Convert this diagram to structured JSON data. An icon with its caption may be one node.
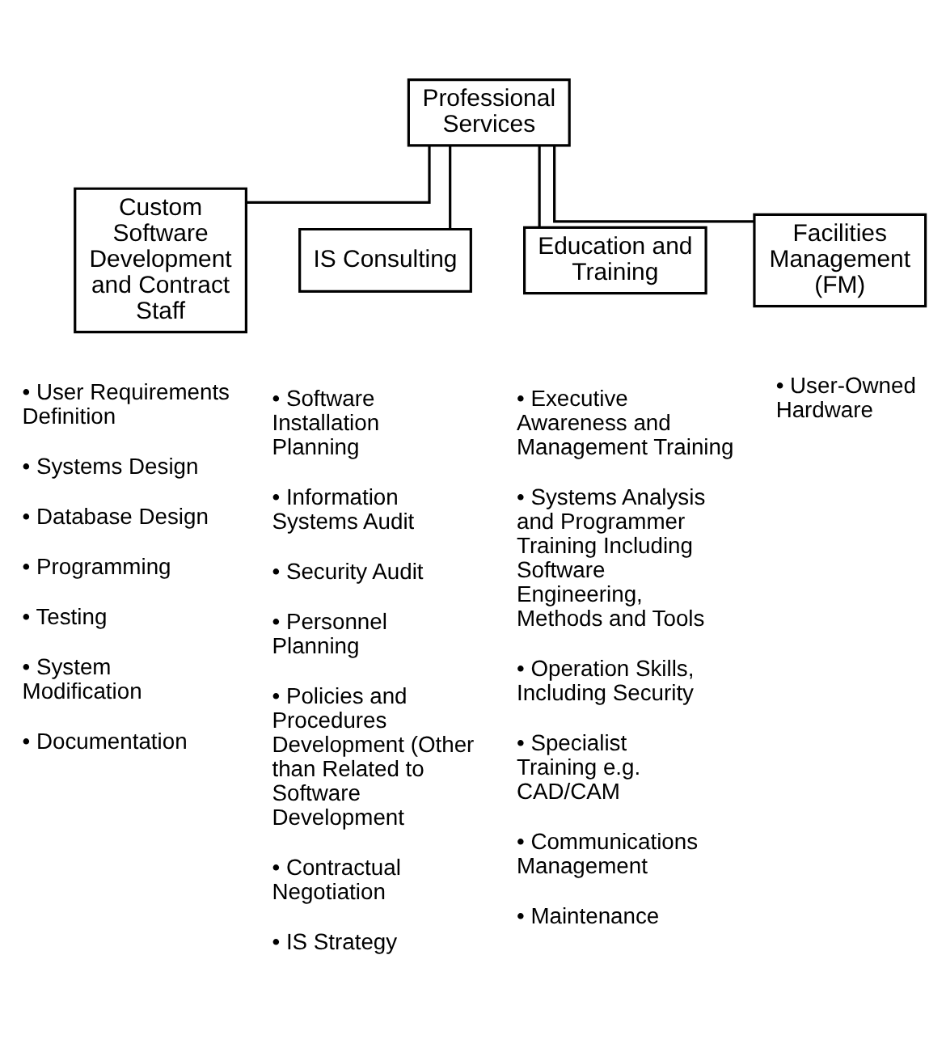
{
  "diagram": {
    "nodes": [
      {
        "text": [
          "Professional Services"
        ]
      },
      {
        "text": [
          "Custom Software Development and Contract Staff"
        ],
        "beside": [
          "• User Requirements Definition",
          "• Systems Design",
          "• Database Design",
          "• Programming",
          "• Testing",
          "• System Modification",
          "• Documentation"
        ]
      },
      {
        "text": [
          "IS Consulting"
        ],
        "beside": [
          "• Software Installation Planning",
          "• Information Systems Audit",
          "• Security Audit",
          "• Personnel Planning",
          "• Policies and Procedures Development (Other than Related to Software Development",
          "• Contractual Negotiation",
          "• IS Strategy"
        ]
      },
      {
        "text": [
          "Education and Training"
        ],
        "beside": [
          "• Executive Awareness and Management Training",
          "• Systems Analysis and Programmer Training Including Software Engineering, Methods and Tools",
          "• Operation Skills, Including Security",
          "• Specialist Training e.g. CAD/CAM",
          "• Communications Management",
          "• Maintenance"
        ]
      },
      {
        "text": [
          "Facilities Management (FM)"
        ],
        "beside": [
          "• User-Owned Hardware"
        ]
      }
    ],
    "edges": [
      {
        "from": 0,
        "to": 1,
        "arrow": "none"
      },
      {
        "from": 0,
        "to": 2,
        "arrow": "none"
      },
      {
        "from": 0,
        "to": 3,
        "arrow": "none"
      },
      {
        "from": 0,
        "to": 4,
        "arrow": "none"
      }
    ]
  }
}
